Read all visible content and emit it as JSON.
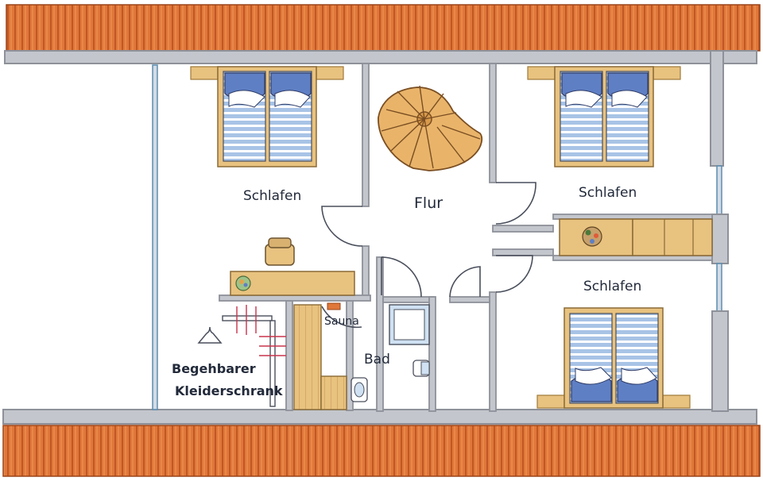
{
  "rooms": {
    "bedroom_top_left": {
      "label": "Schlafen"
    },
    "hallway": {
      "label": "Flur"
    },
    "bedroom_top_right": {
      "label": "Schlafen"
    },
    "bedroom_bottom_right": {
      "label": "Schlafen"
    },
    "sauna": {
      "label": "Sauna"
    },
    "bathroom": {
      "label": "Bad"
    },
    "walk_in_closet": {
      "label_line1": "Begehbarer",
      "label_line2": "Kleiderschrank"
    }
  },
  "colors": {
    "roof_tile": "#e0773a",
    "roof_stripe": "#b8501f",
    "wall": "#8e9199",
    "wall_fill": "#c3c6cc",
    "window_frame": "#5b8db0",
    "wood": "#e8c27f",
    "bed_blanket": "#a8c3e6",
    "bed_pillow": "#5f7fc4",
    "text": "#222a3a"
  }
}
